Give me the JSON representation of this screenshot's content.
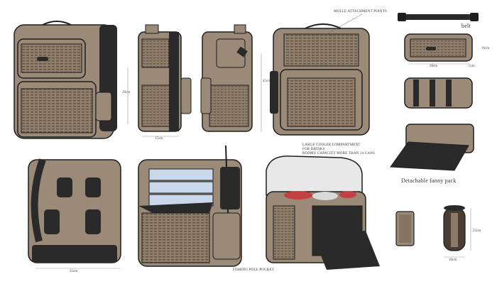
{
  "labels": {
    "molle": "MOLLE ATTACHMENT POINTS",
    "belt": "belt",
    "cooler_line1": "LARGE COOLER COMPARTMENT",
    "cooler_line2": "FOR DRINKS",
    "cooler_line3": "ROOMY CAPACITY MORE THAN 24 CANS",
    "fanny_pack": "Detachable fanny pack",
    "fishing_pole_pocket": "FISHING POLE POCKET"
  },
  "dimensions": {
    "height_29": "29cm",
    "width_15": "15cm",
    "height_45": "45cm",
    "fanny_16": "16cm",
    "fanny_28": "28cm",
    "fanny_5": "5cm",
    "back_35": "35cm",
    "holder_25": "25cm",
    "holder_10": "10cm"
  },
  "colors": {
    "khaki": "#9b8a78",
    "khaki_dark": "#857462",
    "black": "#2a2a2a",
    "outline": "#1e1e1e"
  }
}
